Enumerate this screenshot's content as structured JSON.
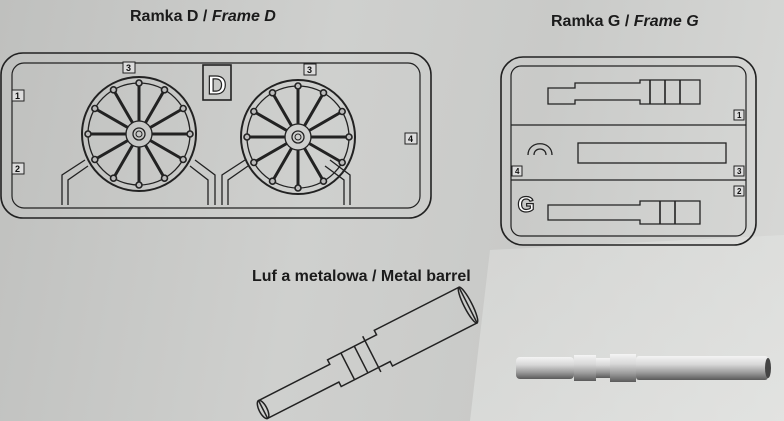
{
  "frame_d": {
    "title_pl": "Ramka D /",
    "title_en": "Frame D",
    "letter": "D",
    "part_numbers": [
      "1",
      "2",
      "3",
      "3",
      "4"
    ]
  },
  "frame_g": {
    "title_pl": "Ramka G /",
    "title_en": "Frame G",
    "letter": "G",
    "part_numbers": [
      "1",
      "4",
      "3",
      "2"
    ]
  },
  "barrel": {
    "title": "Luf a metalowa / Metal barrel"
  }
}
